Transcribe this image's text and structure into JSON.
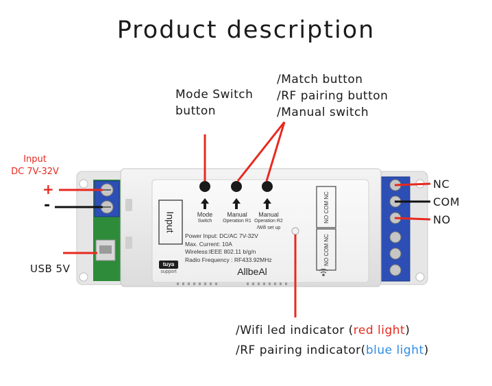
{
  "title": "Product description",
  "callouts": {
    "mode_switch_line1": "Mode Switch",
    "mode_switch_line2": "button",
    "match_line1": "/Match button",
    "match_line2": "/RF pairing button",
    "match_line3": "/Manual switch",
    "wifi_led_prefix": "/Wifi led indicator (",
    "wifi_led_color": "red light",
    "wifi_led_suffix": ")",
    "rf_prefix": "/RF pairing indicator(",
    "rf_color": "blue light",
    "rf_suffix": ")"
  },
  "left": {
    "input_line1": "Input",
    "input_line2": "DC 7V-32V",
    "plus": "+",
    "minus": "-",
    "usb": "USB 5V"
  },
  "right": {
    "nc": "NC",
    "com": "COM",
    "no": "NO"
  },
  "device": {
    "input_label": "Input",
    "btn1_l1": "Mode",
    "btn1_l2": "Switch",
    "btn2_l1": "Manual",
    "btn2_l2": "Operation R1",
    "btn3_l1": "Manual",
    "btn3_l2": "Operation R2",
    "btn3_l3": "/Wifi set up",
    "spec1": "Power Input:  DC/AC 7V-32V",
    "spec2": "Max. Current:  10A",
    "spec3": "Wireless:IEEE  802.11 b/g/n",
    "spec4": "Radio Frequency : RF433.92MHz",
    "brand": "AllbeAl",
    "tuya": "tuya",
    "support": "support",
    "relay_label": "NO COM NC"
  },
  "colors": {
    "accent_red": "#e8281e",
    "accent_blue": "#2b8be6",
    "terminal_blue": "#2d4fb5",
    "pcb_green": "#2e8b3a"
  }
}
